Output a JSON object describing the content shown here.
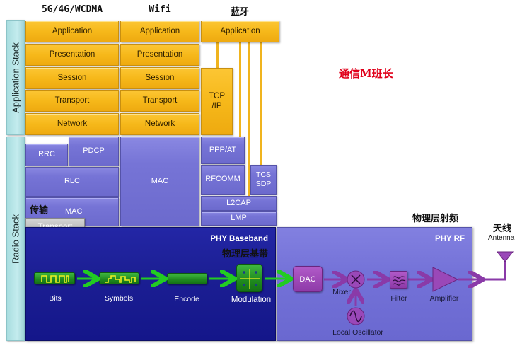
{
  "columns": {
    "cellular": "5G/4G/WCDMA",
    "wifi": "Wifi",
    "bluetooth": "蓝牙"
  },
  "side_labels": {
    "application_stack": "Application  Stack",
    "radio_stack": "Radio Stack"
  },
  "cellular_layers": [
    "Application",
    "Presentation",
    "Session",
    "Transport",
    "Network"
  ],
  "wifi_layers": [
    "Application",
    "Presentation",
    "Session",
    "Transport",
    "Network"
  ],
  "bluetooth": {
    "application": "Application",
    "tcpip_line1": "TCP",
    "tcpip_line2": "/IP",
    "ppp_at": "PPP/AT",
    "rfcomm": "RFCOMM",
    "tcs_line1": "TCS",
    "tcs_line2": "SDP",
    "l2cap": "L2CAP",
    "lmp": "LMP"
  },
  "cellular_radio": {
    "rrc": "RRC",
    "pdcp": "PDCP",
    "rlc": "RLC",
    "mac": "MAC",
    "transport_cn": "传输",
    "transport": "Transport"
  },
  "wifi_radio": {
    "mac": "MAC"
  },
  "watermark": "通信M班长",
  "phy_baseband": {
    "title": "PHY Baseband",
    "title_cn": "物理层基带",
    "steps": [
      "Bits",
      "Symbols",
      "Encode",
      "Modulation"
    ]
  },
  "phy_rf": {
    "title": "PHY RF",
    "title_cn": "物理层射频",
    "dac": "DAC",
    "mixer": "Mixer",
    "filter": "Filter",
    "amplifier": "Amplifier",
    "local_oscillator": "Local Oscillator"
  },
  "antenna": {
    "title_cn": "天线",
    "label": "Antenna"
  },
  "colors": {
    "app_layer": "#f6b81a",
    "radio_layer": "#7674d6",
    "baseband": "#1c1f94",
    "rf": "#7472d8",
    "flow_green": "#22cc22",
    "flow_purple": "#8a3aa8",
    "watermark": "#e0001a"
  }
}
